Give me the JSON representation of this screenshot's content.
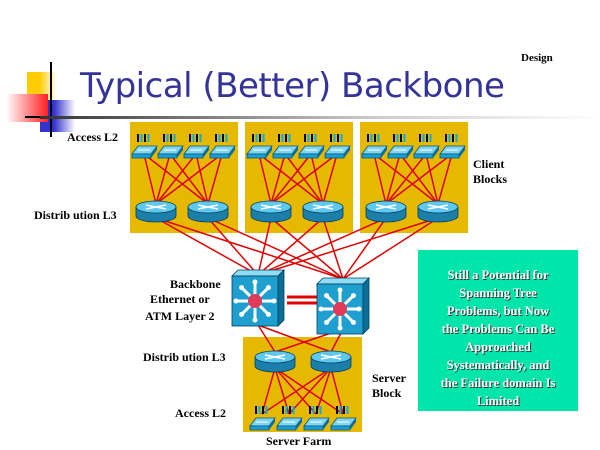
{
  "header": {
    "title": "Typical (Better) Backbone",
    "section_tag": "Design"
  },
  "labels": {
    "access_l2_top": "Access L2",
    "distribution_l3_top": "Distrib ution L3",
    "client_blocks_line1": "Client",
    "client_blocks_line2": "Blocks",
    "backbone_line1": "Backbone",
    "backbone_line2": "Ethernet or",
    "backbone_line3": "ATM Layer 2",
    "distribution_l3_bottom": "Distrib ution L3",
    "access_l2_bottom": "Access L2",
    "server_block_line1": "Server",
    "server_block_line2": "Block",
    "server_farm": "Server Farm"
  },
  "note": {
    "lines": [
      "Still a Potential for",
      "Spanning Tree",
      "Problems, but Now",
      "the Problems Can Be",
      "Approached",
      "Systematically, and",
      "the Failure domain Is",
      "Limited"
    ]
  },
  "colors": {
    "title": "#333399",
    "block_fill": "#E6B800",
    "link": "#E00000",
    "note_fill": "#00E6AA",
    "device": "#1E9FD0"
  },
  "topology": {
    "client_blocks": [
      {
        "name": "client-block-1",
        "access_switches": 4,
        "distribution_routers": 2
      },
      {
        "name": "client-block-2",
        "access_switches": 4,
        "distribution_routers": 2
      },
      {
        "name": "client-block-3",
        "access_switches": 4,
        "distribution_routers": 2
      }
    ],
    "backbone_switches": 2,
    "server_block": {
      "distribution_routers": 2,
      "access_switches": 4
    }
  }
}
